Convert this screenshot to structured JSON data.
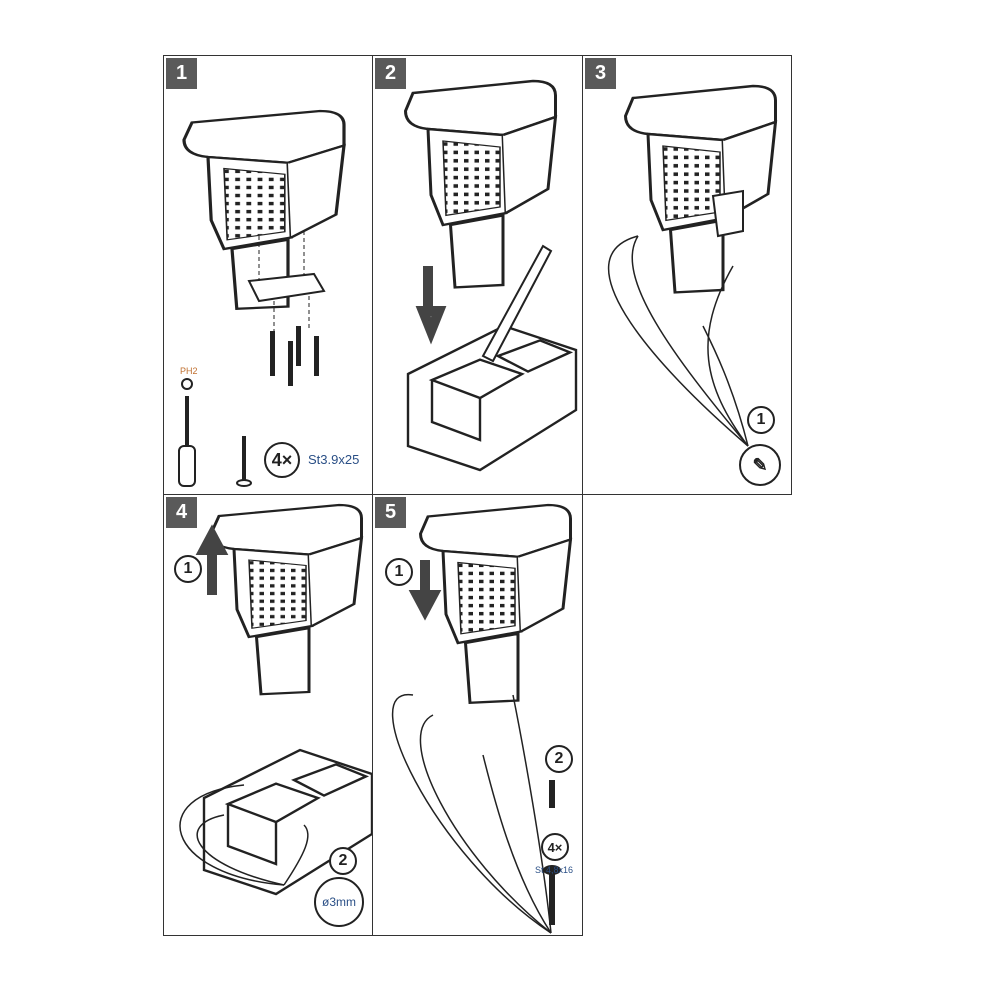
{
  "steps": [
    {
      "number": "1",
      "tool_label": "PH2",
      "quantity": "4×",
      "screw_spec": "St3.9x25"
    },
    {
      "number": "2"
    },
    {
      "number": "3",
      "callout": "1"
    },
    {
      "number": "4",
      "callout_1": "1",
      "callout_2": "2",
      "drill_spec": "ø3mm"
    },
    {
      "number": "5",
      "callout_1": "1",
      "callout_2": "2",
      "quantity": "4×",
      "screw_spec": "St 4,8x16"
    }
  ],
  "colors": {
    "badge": "#5a5a5a",
    "line": "#222222",
    "label": "#2a4f86"
  }
}
